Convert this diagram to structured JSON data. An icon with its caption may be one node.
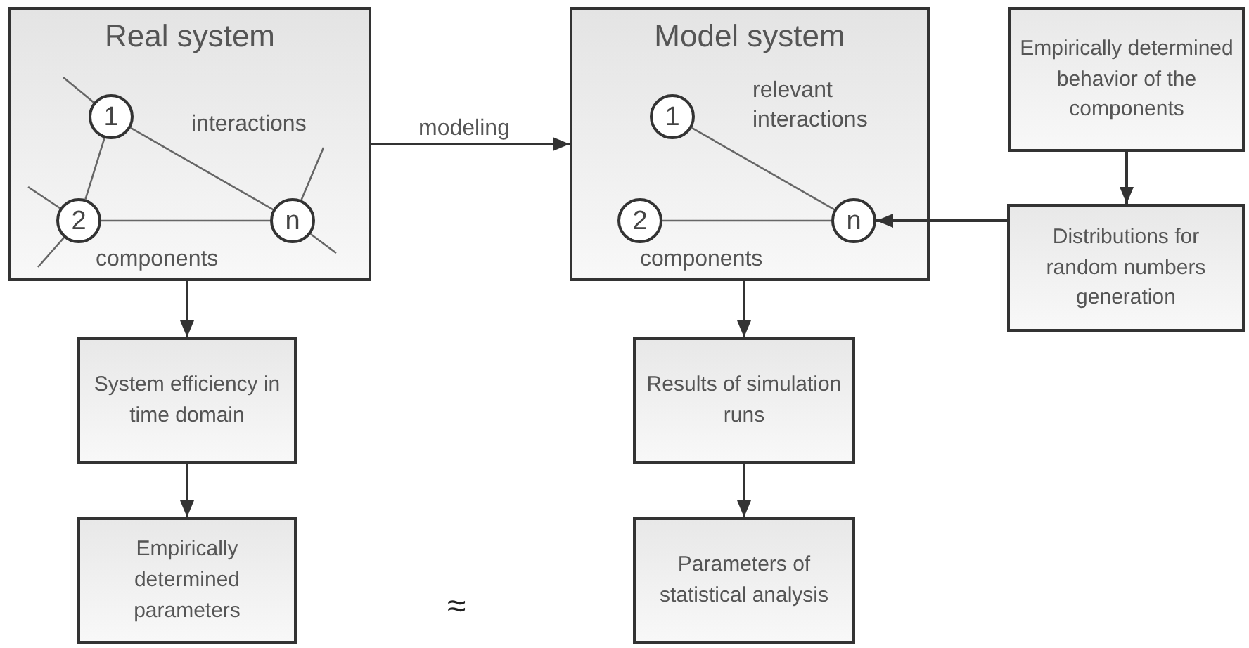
{
  "diagram": {
    "nodes": [
      {
        "text": [
          "Real system",
          "interactions",
          "components"
        ]
      },
      {
        "text": [
          "1"
        ],
        "in": 0
      },
      {
        "text": [
          "2"
        ],
        "in": 0
      },
      {
        "text": [
          "n"
        ],
        "in": 0
      },
      {
        "text": [
          "Model system",
          "relevant interactions",
          "components"
        ]
      },
      {
        "text": [
          "1"
        ],
        "in": 4
      },
      {
        "text": [
          "2"
        ],
        "in": 4
      },
      {
        "text": [
          "n"
        ],
        "in": 4
      },
      {
        "text": [
          "Empirically determined behavior of the components"
        ]
      },
      {
        "text": [
          "Distributions for random numbers generation"
        ]
      },
      {
        "text": [
          "System efficiency in time domain"
        ]
      },
      {
        "text": [
          "Empirically determined parameters"
        ]
      },
      {
        "text": [
          "Results of simulation runs"
        ]
      },
      {
        "text": [
          "Parameters of statistical analysis"
        ]
      }
    ],
    "edges": [
      {
        "from": 0,
        "to": 4,
        "arrow": "to",
        "label": "modeling"
      },
      {
        "from": 0,
        "to": 10,
        "arrow": "to"
      },
      {
        "from": 10,
        "to": 11,
        "arrow": "to"
      },
      {
        "from": 4,
        "to": 12,
        "arrow": "to"
      },
      {
        "from": 12,
        "to": 13,
        "arrow": "to"
      },
      {
        "from": 8,
        "to": 9,
        "arrow": "to"
      },
      {
        "from": 9,
        "to": 7,
        "arrow": "to"
      },
      {
        "from": 1,
        "to": 2,
        "arrow": "none"
      },
      {
        "from": 1,
        "to": 3,
        "arrow": "none"
      },
      {
        "from": 2,
        "to": 3,
        "arrow": "none"
      },
      {
        "from": 1,
        "to": null,
        "arrow": "none"
      },
      {
        "from": 2,
        "to": null,
        "arrow": "none"
      },
      {
        "from": 2,
        "to": null,
        "arrow": "none"
      },
      {
        "from": 3,
        "to": null,
        "arrow": "none"
      },
      {
        "from": 3,
        "to": null,
        "arrow": "none"
      },
      {
        "from": 5,
        "to": 7,
        "arrow": "none"
      },
      {
        "from": 6,
        "to": 7,
        "arrow": "none"
      }
    ],
    "labels": [
      "≈"
    ]
  }
}
